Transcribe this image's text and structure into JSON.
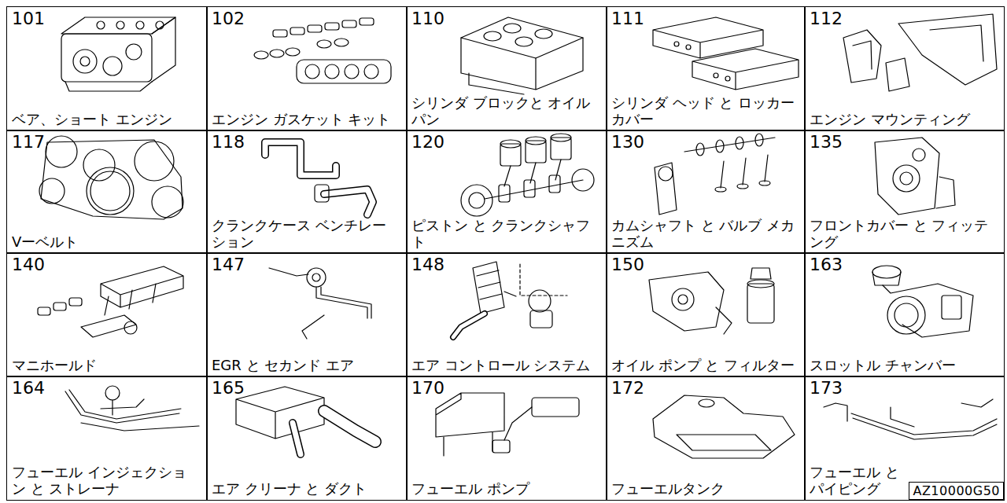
{
  "diagram": {
    "nodes": [
      {
        "text": [
          "101",
          "ベア、ショート エンジン"
        ]
      },
      {
        "text": [
          "102",
          "エンジン ガスケット キット"
        ]
      },
      {
        "text": [
          "110",
          "シリンダ ブロックと オイルパン"
        ]
      },
      {
        "text": [
          "111",
          "シリンダ ヘッド と ロッカー カバー"
        ]
      },
      {
        "text": [
          "112",
          "エンジン マウンティング"
        ]
      },
      {
        "text": [
          "117",
          "Vーベルト"
        ]
      },
      {
        "text": [
          "118",
          "クランクケース ベンチレーション"
        ]
      },
      {
        "text": [
          "120",
          "ピストン と クランクシャフト"
        ]
      },
      {
        "text": [
          "130",
          "カムシャフト と バルブ メカニズム"
        ]
      },
      {
        "text": [
          "135",
          "フロントカバー と フィッテング"
        ]
      },
      {
        "text": [
          "140",
          "マニホールド"
        ]
      },
      {
        "text": [
          "147",
          "EGR と セカンド エア"
        ]
      },
      {
        "text": [
          "148",
          "エア コントロール システム"
        ]
      },
      {
        "text": [
          "150",
          "オイル ポンプ と フィルター"
        ]
      },
      {
        "text": [
          "163",
          "スロットル チャンバー"
        ]
      },
      {
        "text": [
          "164",
          "フューエル インジェクション と ストレーナ"
        ]
      },
      {
        "text": [
          "165",
          "エア クリーナ と ダクト"
        ]
      },
      {
        "text": [
          "170",
          "フューエル ポンプ"
        ]
      },
      {
        "text": [
          "172",
          "フューエルタンク"
        ]
      },
      {
        "text": [
          "173",
          "フューエル と パイピング"
        ]
      },
      {
        "text": [
          "AZ10000G50"
        ]
      }
    ]
  }
}
